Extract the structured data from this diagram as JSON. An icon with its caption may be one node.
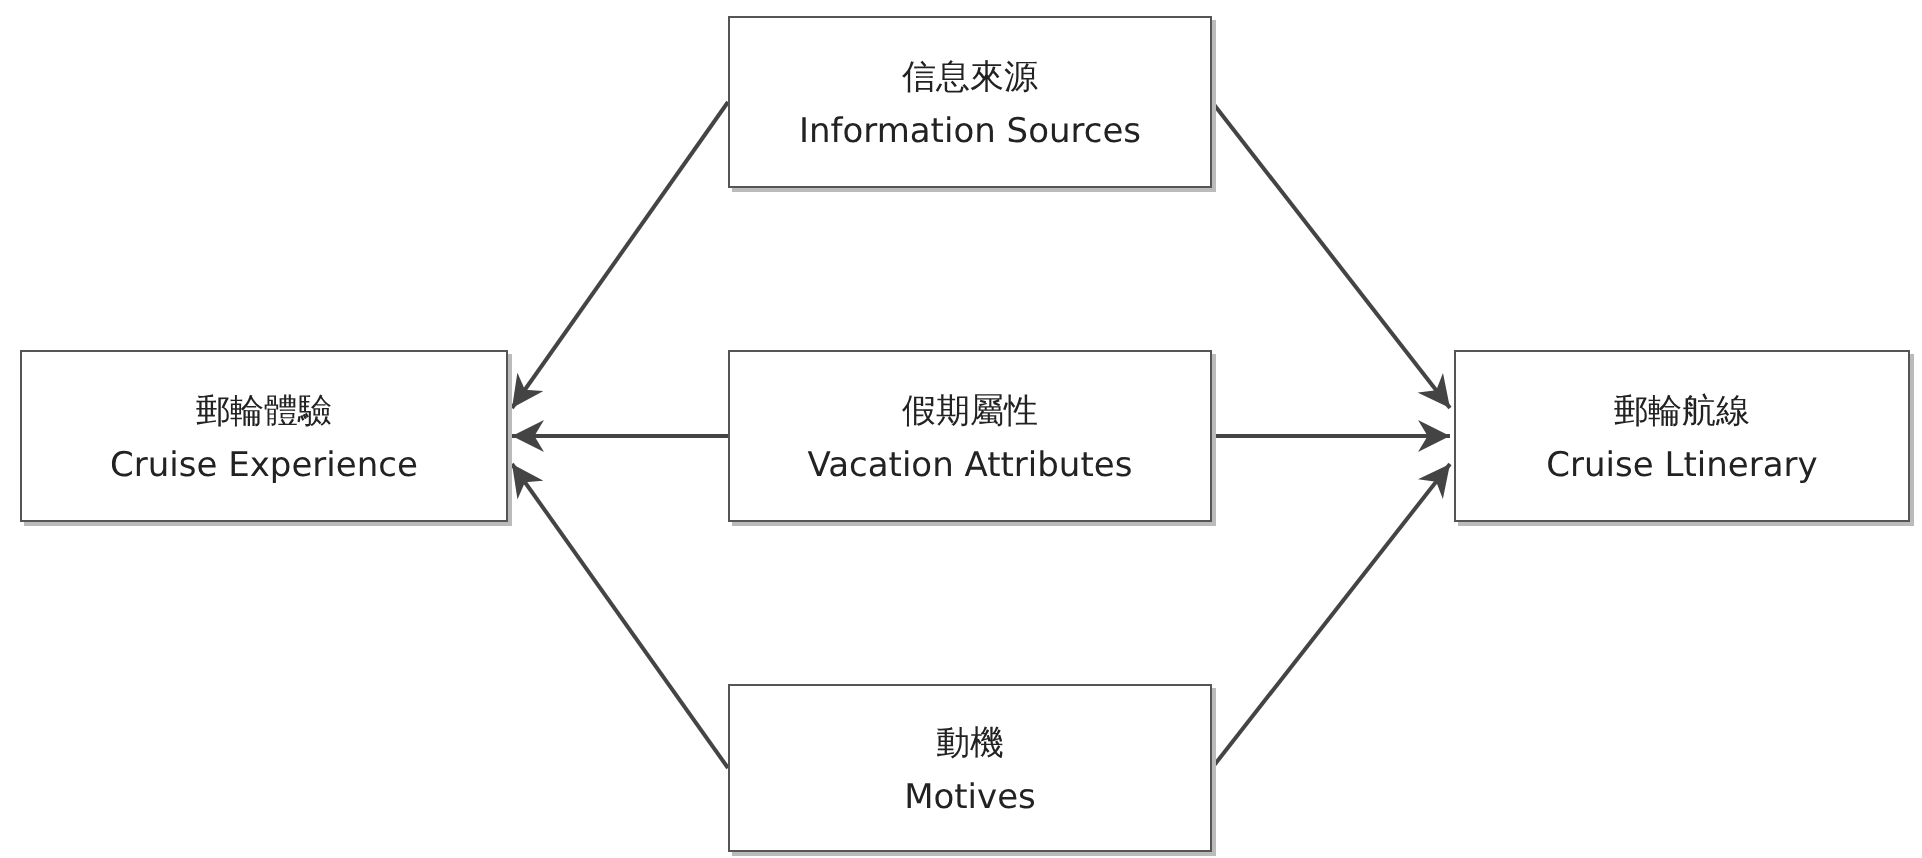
{
  "diagram": {
    "nodes": [
      {
        "text": [
          "信息來源",
          "Information Sources"
        ]
      },
      {
        "text": [
          "郵輪體驗",
          "Cruise Experience"
        ]
      },
      {
        "text": [
          "假期屬性",
          "Vacation Attributes"
        ]
      },
      {
        "text": [
          "郵輪航線",
          "Cruise Ltinerary"
        ]
      },
      {
        "text": [
          "動機",
          "Motives"
        ]
      }
    ],
    "edges": [
      {
        "from": 0,
        "to": 1,
        "arrow": "to"
      },
      {
        "from": 2,
        "to": 1,
        "arrow": "to"
      },
      {
        "from": 4,
        "to": 1,
        "arrow": "to"
      },
      {
        "from": 0,
        "to": 3,
        "arrow": "to"
      },
      {
        "from": 2,
        "to": 3,
        "arrow": "to"
      },
      {
        "from": 4,
        "to": 3,
        "arrow": "to"
      }
    ]
  }
}
